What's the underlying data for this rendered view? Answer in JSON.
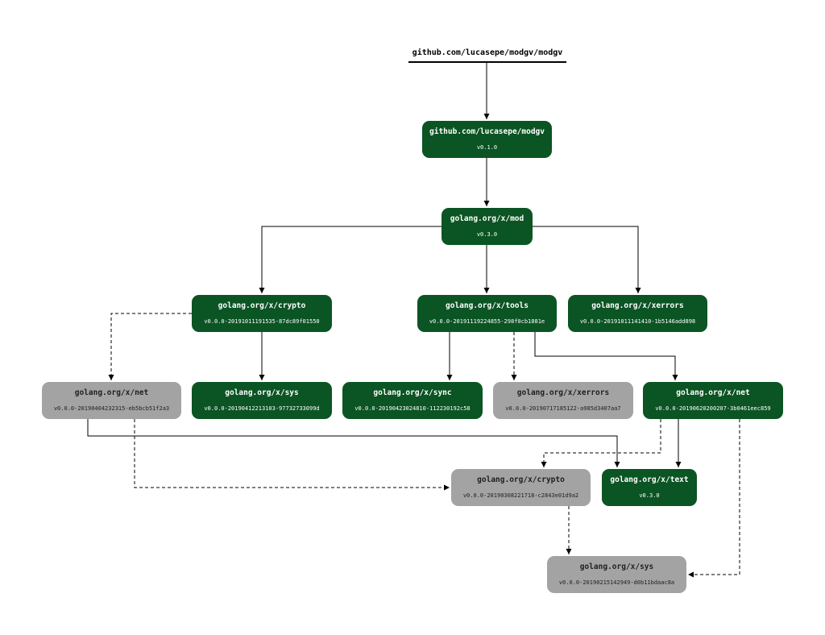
{
  "root": {
    "label": "github.com/lucasepe/modgv/modgv"
  },
  "colors": {
    "selected": "#0b5423",
    "unselected": "#a3a3a3",
    "edge": "#000000"
  },
  "nodes": [
    {
      "id": "modgv",
      "name": "github.com/lucasepe/modgv",
      "version": "v0.1.0",
      "style": "selected"
    },
    {
      "id": "mod",
      "name": "golang.org/x/mod",
      "version": "v0.3.0",
      "style": "selected"
    },
    {
      "id": "crypto_a",
      "name": "golang.org/x/crypto",
      "version": "v0.0.0-20191011191535-87dc89f01550",
      "style": "selected"
    },
    {
      "id": "tools",
      "name": "golang.org/x/tools",
      "version": "v0.0.0-20191119224855-298f0cb1881e",
      "style": "selected"
    },
    {
      "id": "xerrors_a",
      "name": "golang.org/x/xerrors",
      "version": "v0.0.0-20191011141410-1b5146add898",
      "style": "selected"
    },
    {
      "id": "net_b",
      "name": "golang.org/x/net",
      "version": "v0.0.0-20190404232315-eb5bcb51f2a3",
      "style": "unselected"
    },
    {
      "id": "sys_a",
      "name": "golang.org/x/sys",
      "version": "v0.0.0-20190412213103-97732733099d",
      "style": "selected"
    },
    {
      "id": "sync",
      "name": "golang.org/x/sync",
      "version": "v0.0.0-20190423024810-112230192c58",
      "style": "selected"
    },
    {
      "id": "xerrors_b",
      "name": "golang.org/x/xerrors",
      "version": "v0.0.0-20190717185122-a985d3407aa7",
      "style": "unselected"
    },
    {
      "id": "net_a",
      "name": "golang.org/x/net",
      "version": "v0.0.0-20190620200207-3b0461eec859",
      "style": "selected"
    },
    {
      "id": "crypto_b",
      "name": "golang.org/x/crypto",
      "version": "v0.0.0-20190308221718-c2843e01d9a2",
      "style": "unselected"
    },
    {
      "id": "text",
      "name": "golang.org/x/text",
      "version": "v0.3.0",
      "style": "selected"
    },
    {
      "id": "sys_b",
      "name": "golang.org/x/sys",
      "version": "v0.0.0-20190215142949-d0b11bdaac8a",
      "style": "unselected"
    }
  ],
  "edges": [
    {
      "from": "root",
      "to": "modgv",
      "style": "solid"
    },
    {
      "from": "modgv",
      "to": "mod",
      "style": "solid"
    },
    {
      "from": "mod",
      "to": "crypto_a",
      "style": "solid"
    },
    {
      "from": "mod",
      "to": "tools",
      "style": "solid"
    },
    {
      "from": "mod",
      "to": "xerrors_a",
      "style": "solid"
    },
    {
      "from": "crypto_a",
      "to": "net_b",
      "style": "dashed"
    },
    {
      "from": "crypto_a",
      "to": "sys_a",
      "style": "solid"
    },
    {
      "from": "tools",
      "to": "sync",
      "style": "solid"
    },
    {
      "from": "tools",
      "to": "xerrors_b",
      "style": "dashed"
    },
    {
      "from": "tools",
      "to": "net_a",
      "style": "solid"
    },
    {
      "from": "net_b",
      "to": "text",
      "style": "solid"
    },
    {
      "from": "net_b",
      "to": "crypto_b",
      "style": "dashed"
    },
    {
      "from": "net_a",
      "to": "crypto_b",
      "style": "dashed"
    },
    {
      "from": "net_a",
      "to": "text",
      "style": "solid"
    },
    {
      "from": "net_a",
      "to": "sys_b",
      "style": "dashed"
    },
    {
      "from": "crypto_b",
      "to": "sys_b",
      "style": "dashed"
    }
  ]
}
